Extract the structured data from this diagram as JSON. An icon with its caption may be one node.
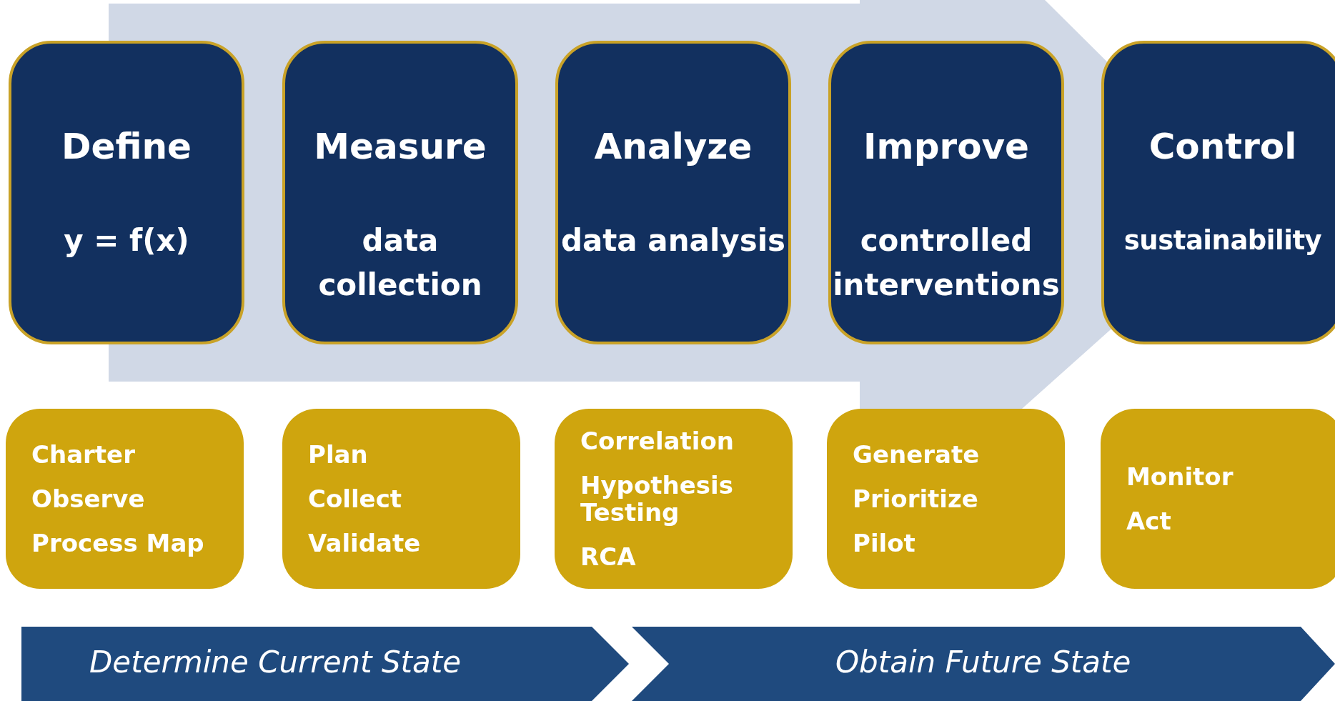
{
  "diagram": {
    "nodes": [
      {
        "text": [
          "Define",
          "y = f(x)"
        ]
      },
      {
        "text": [
          "Measure",
          "data collection"
        ]
      },
      {
        "text": [
          "Analyze",
          "data analysis"
        ]
      },
      {
        "text": [
          "Improve",
          "controlled interventions"
        ]
      },
      {
        "text": [
          "Control",
          "sustainability"
        ]
      },
      {
        "text": [
          "Charter",
          "Observe",
          "Process Map"
        ]
      },
      {
        "text": [
          "Plan",
          "Collect",
          "Validate"
        ]
      },
      {
        "text": [
          "Correlation",
          "Hypothesis Testing",
          "RCA"
        ]
      },
      {
        "text": [
          "Generate",
          "Prioritize",
          "Pilot"
        ]
      },
      {
        "text": [
          "Monitor",
          "Act"
        ]
      },
      {
        "text": [
          "Determine Current State"
        ]
      },
      {
        "text": [
          "Obtain Future State"
        ]
      }
    ],
    "edges": [
      {
        "from": 0,
        "to": 4,
        "arrow": "to"
      }
    ]
  }
}
